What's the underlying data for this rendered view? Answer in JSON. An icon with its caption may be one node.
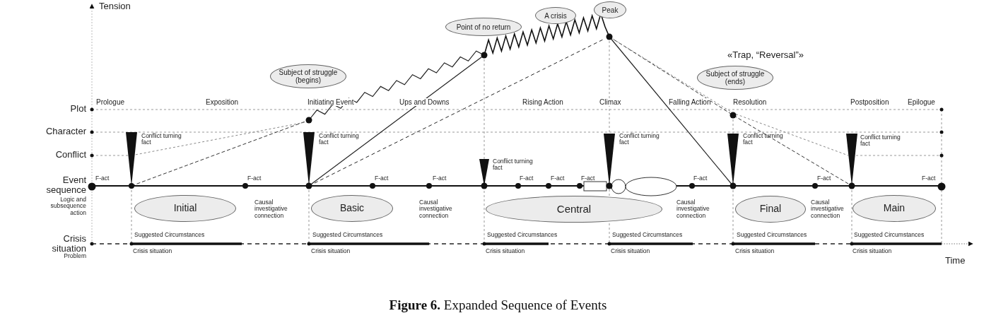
{
  "diagram": {
    "caption": "**Figure 6.** Expanded Sequence of Events",
    "nodes": [
      {
        "text": [
          "Peak"
        ]
      },
      {
        "text": [
          "A crisis"
        ]
      },
      {
        "text": [
          "Point of no return"
        ]
      },
      {
        "text": [
          "Subject of struggle (begins)"
        ]
      },
      {
        "text": [
          "Subject of struggle (ends)"
        ]
      },
      {
        "text": [
          "Initial"
        ]
      },
      {
        "text": [
          "Basic"
        ]
      },
      {
        "text": [
          "Central"
        ]
      },
      {
        "text": [
          "Final"
        ]
      },
      {
        "text": [
          "Main"
        ]
      }
    ],
    "labels": [
      "Tension",
      "«Trap, “Reversal”»",
      "Prologue",
      "Exposition",
      "Initiating Event",
      "Ups and Downs",
      "Rising Action",
      "Climax",
      "Falling Action",
      "Resolution",
      "Postposition",
      "Epilogue",
      "Plot",
      "Character",
      "Conflict",
      "Conflict turning fact",
      "Conflict turning fact",
      "Conflict turning fact",
      "Conflict turning fact",
      "Conflict turning fact",
      "Conflict turning fact",
      "Event sequence",
      "F-act",
      "F-act",
      "F-act",
      "F-act",
      "F-act",
      "F-act",
      "F-act",
      "F-act",
      "F-act",
      "F-act",
      "Logic and subsequence action",
      "Causal investigative connection",
      "Causal investigative connection",
      "Causal investigative connection",
      "Causal investigative connection",
      "Crisis situation",
      "Suggested Circumstances",
      "Suggested Circumstances",
      "Suggested Circumstances",
      "Suggested Circumstances",
      "Suggested Circumstances",
      "Suggested Circumstances",
      "Problem",
      "Crisis situation",
      "Crisis situation",
      "Crisis situation",
      "Crisis situation",
      "Crisis situation",
      "Crisis situation",
      "Time"
    ]
  }
}
